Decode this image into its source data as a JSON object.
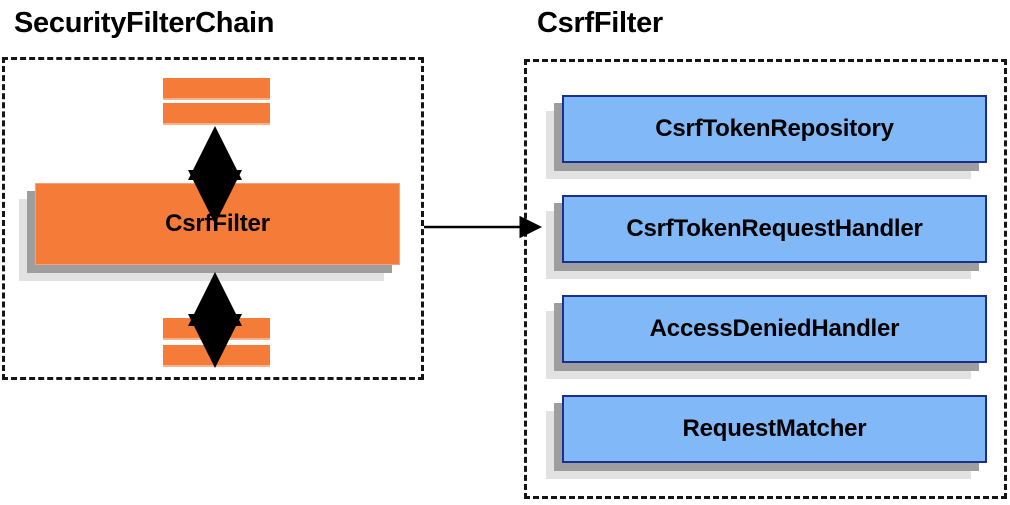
{
  "diagram": {
    "title_left": "SecurityFilterChain",
    "title_right": "CsrfFilter",
    "colors": {
      "orange_fill": "#f47b38",
      "orange_border": "#f9a276",
      "blue_fill": "#80b8f8",
      "blue_border": "#1b2f8e",
      "shadow_near": "#9e9e9e",
      "shadow_far": "#e2e2e2",
      "outline": "#151515"
    }
  },
  "left_panel": {
    "title": "SecurityFilterChain",
    "filter_node": {
      "label": "CsrfFilter"
    },
    "bars_above": [
      "",
      ""
    ],
    "bars_below": [
      "",
      ""
    ],
    "arrow_up_name": "bidirectional-arrow-up",
    "arrow_down_name": "bidirectional-arrow-down"
  },
  "right_panel": {
    "title": "CsrfFilter",
    "collaborators": [
      {
        "label": "CsrfTokenRepository"
      },
      {
        "label": "CsrfTokenRequestHandler"
      },
      {
        "label": "AccessDeniedHandler"
      },
      {
        "label": "RequestMatcher"
      }
    ]
  },
  "connector": {
    "name": "csrffilter-expansion-arrow",
    "direction": "left-to-right"
  }
}
